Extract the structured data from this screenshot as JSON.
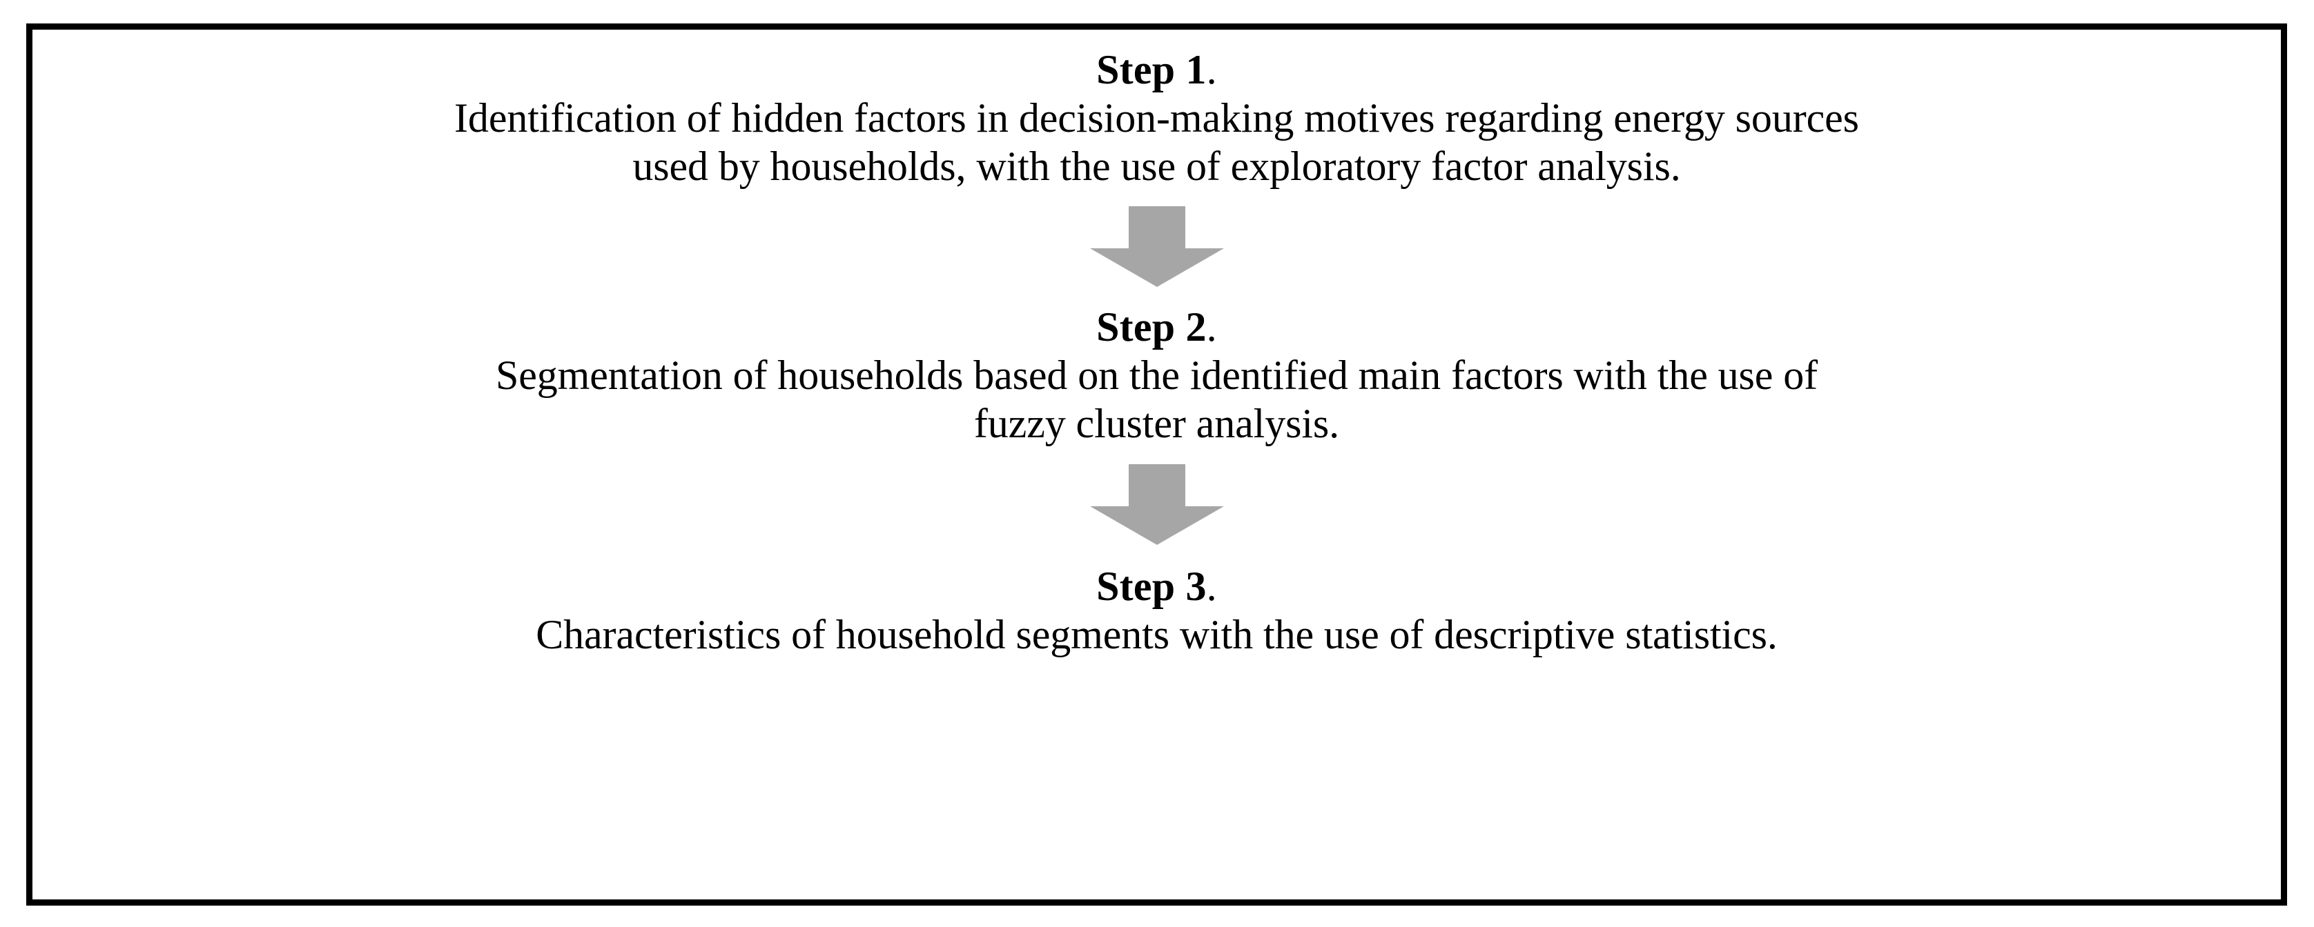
{
  "figure": {
    "border_color": "#000000",
    "background_color": "#ffffff",
    "text_color": "#000000",
    "arrow_color": "#a6a6a6"
  },
  "steps": [
    {
      "heading_label": "Step 1",
      "heading_period": ".",
      "body_lines": [
        "Identification of hidden factors in decision-making motives regarding energy sources",
        "used by households, with the use of exploratory factor analysis."
      ]
    },
    {
      "heading_label": "Step 2",
      "heading_period": ".",
      "body_lines": [
        "Segmentation of households based on the identified main factors with the use of",
        "fuzzy cluster analysis."
      ]
    },
    {
      "heading_label": "Step 3",
      "heading_period": ".",
      "body_lines": [
        "Characteristics of household segments with the use of descriptive statistics."
      ]
    }
  ],
  "connectors": [
    {
      "icon": "arrow-down-icon"
    },
    {
      "icon": "arrow-down-icon"
    }
  ]
}
